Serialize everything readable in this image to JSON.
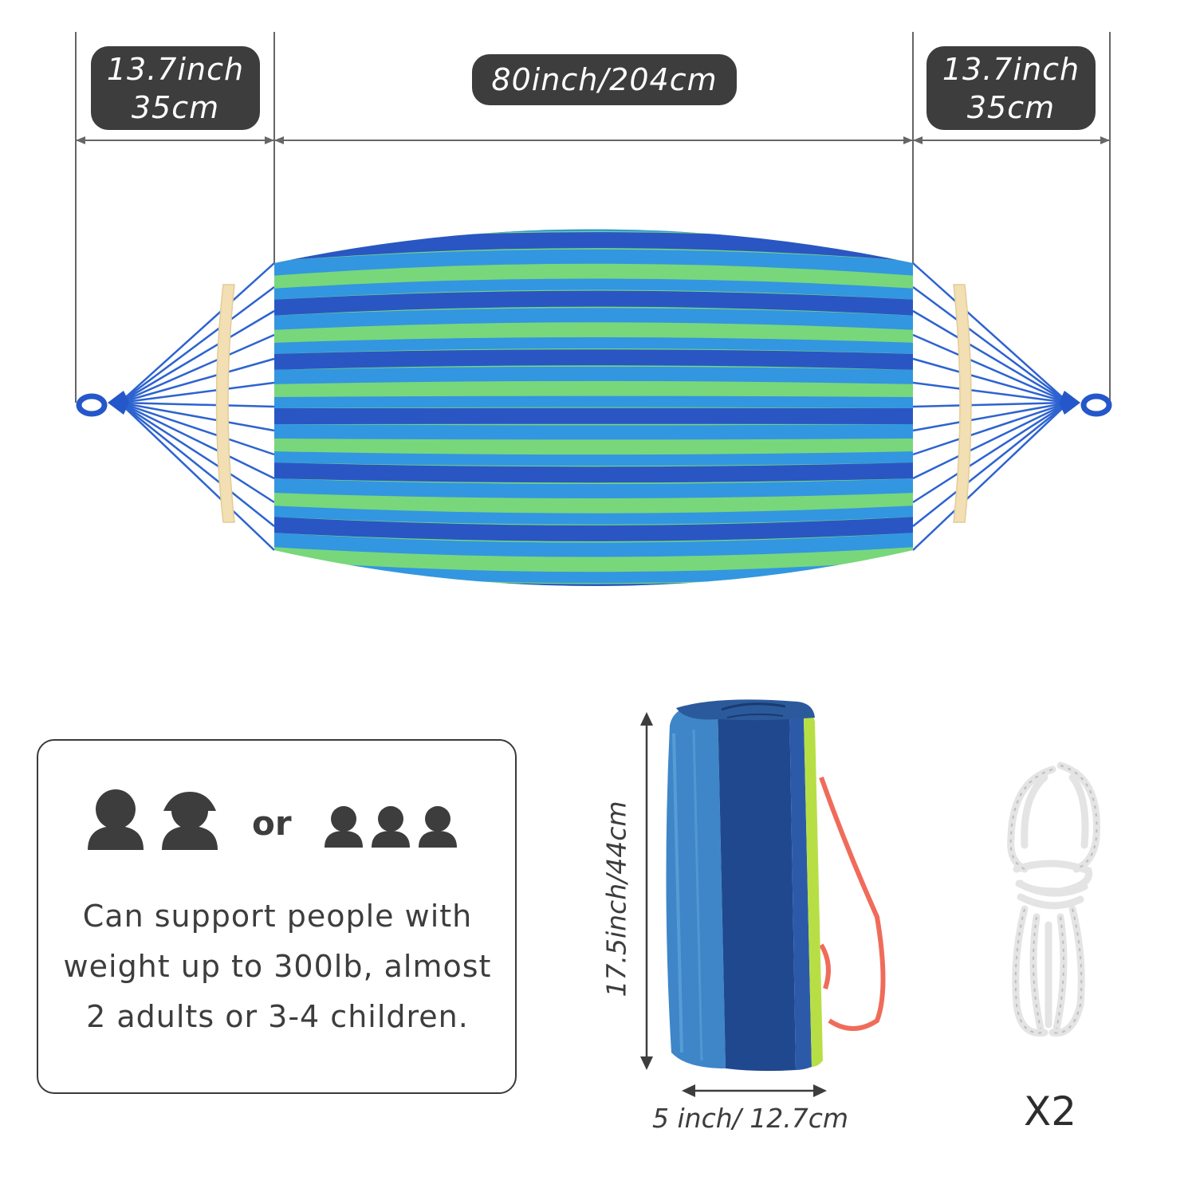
{
  "dimensions": {
    "left_spreader": "13.7inch",
    "left_spreader_cm": "35cm",
    "bed_length": "80inch/204cm",
    "right_spreader": "13.7inch",
    "right_spreader_cm": "35cm"
  },
  "capacity": {
    "or_word": "or",
    "line1": "Can support people with",
    "line2": "weight up to 300lb, almost",
    "line3": "2 adults or 3-4 children."
  },
  "bag": {
    "height": "17.5inch/44cm",
    "width": "5 inch/ 12.7cm"
  },
  "rope": {
    "quantity": "X2"
  },
  "colors": {
    "stripe_dark_blue": "#2a56c4",
    "stripe_light_blue": "#3396e0",
    "stripe_green": "#78d77a",
    "spreader_wood": "#f2dfb4",
    "label_bg": "#3d3d3d",
    "icon": "#3d3d3d"
  }
}
